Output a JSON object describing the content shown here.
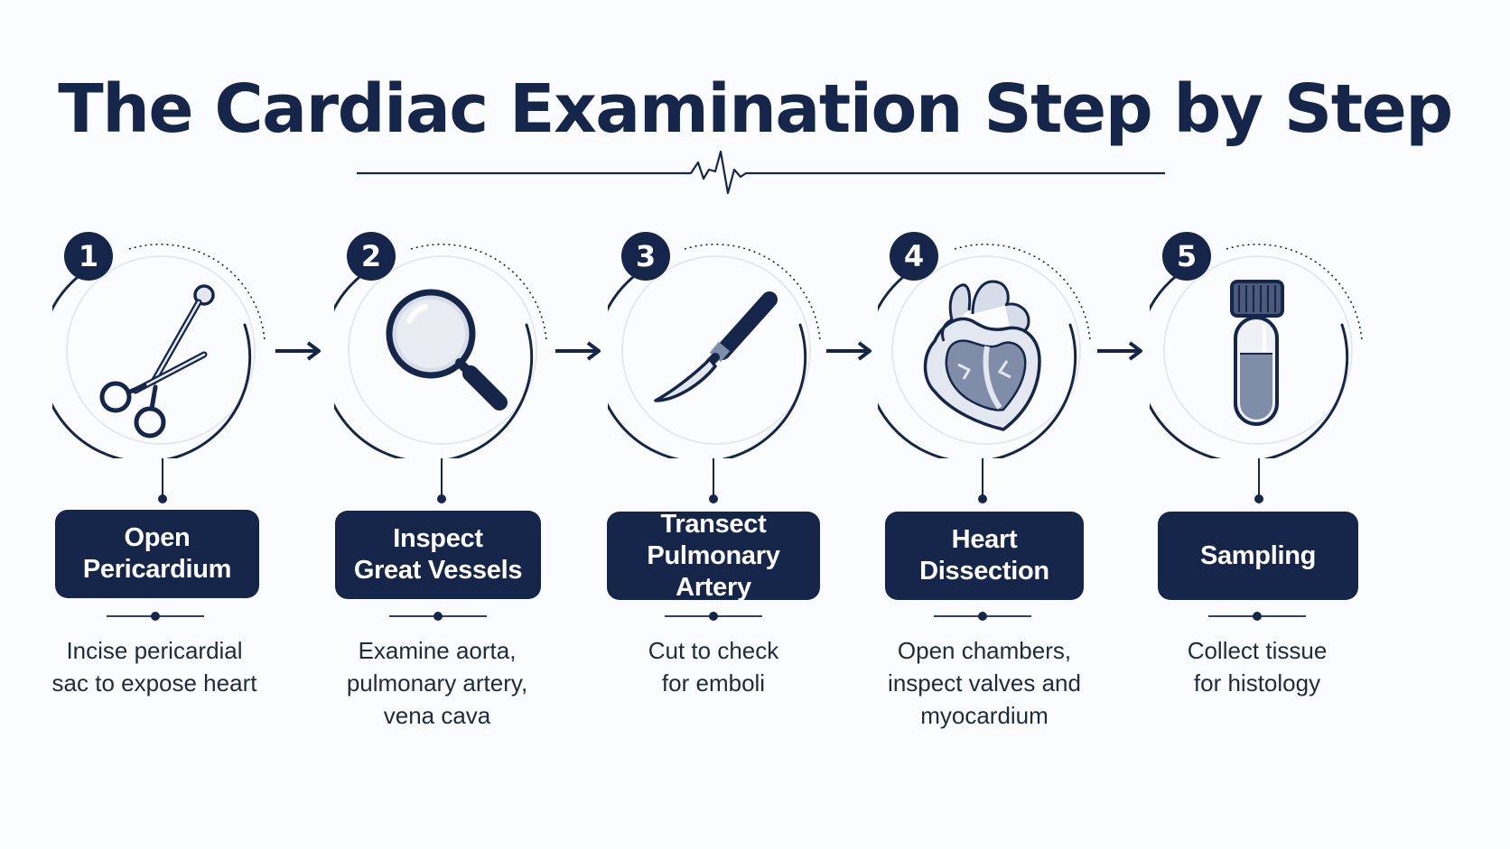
{
  "title": "The Cardiac Examination Step by Step",
  "colors": {
    "navy": "#15264a",
    "background": "#fbfcfd",
    "fill_light": "#e3e8f0",
    "fill_mid": "#7f8da8"
  },
  "steps": [
    {
      "number": "1",
      "icon": "scissors-icon",
      "label": [
        "Open",
        "Pericardium"
      ],
      "description": [
        "Incise pericardial",
        "sac to expose heart"
      ]
    },
    {
      "number": "2",
      "icon": "magnifying-glass-icon",
      "label": [
        "Inspect",
        "Great Vessels"
      ],
      "description": [
        "Examine aorta,",
        "pulmonary artery,",
        "vena cava"
      ]
    },
    {
      "number": "3",
      "icon": "scalpel-icon",
      "label": [
        "Transect",
        "Pulmonary Artery"
      ],
      "description": [
        "Cut to check",
        "for emboli"
      ]
    },
    {
      "number": "4",
      "icon": "heart-icon",
      "label": [
        "Heart",
        "Dissection"
      ],
      "description": [
        "Open chambers,",
        "inspect valves and",
        "myocardium"
      ]
    },
    {
      "number": "5",
      "icon": "test-tube-icon",
      "label": [
        "Sampling"
      ],
      "description": [
        "Collect tissue",
        "for histology"
      ]
    }
  ]
}
